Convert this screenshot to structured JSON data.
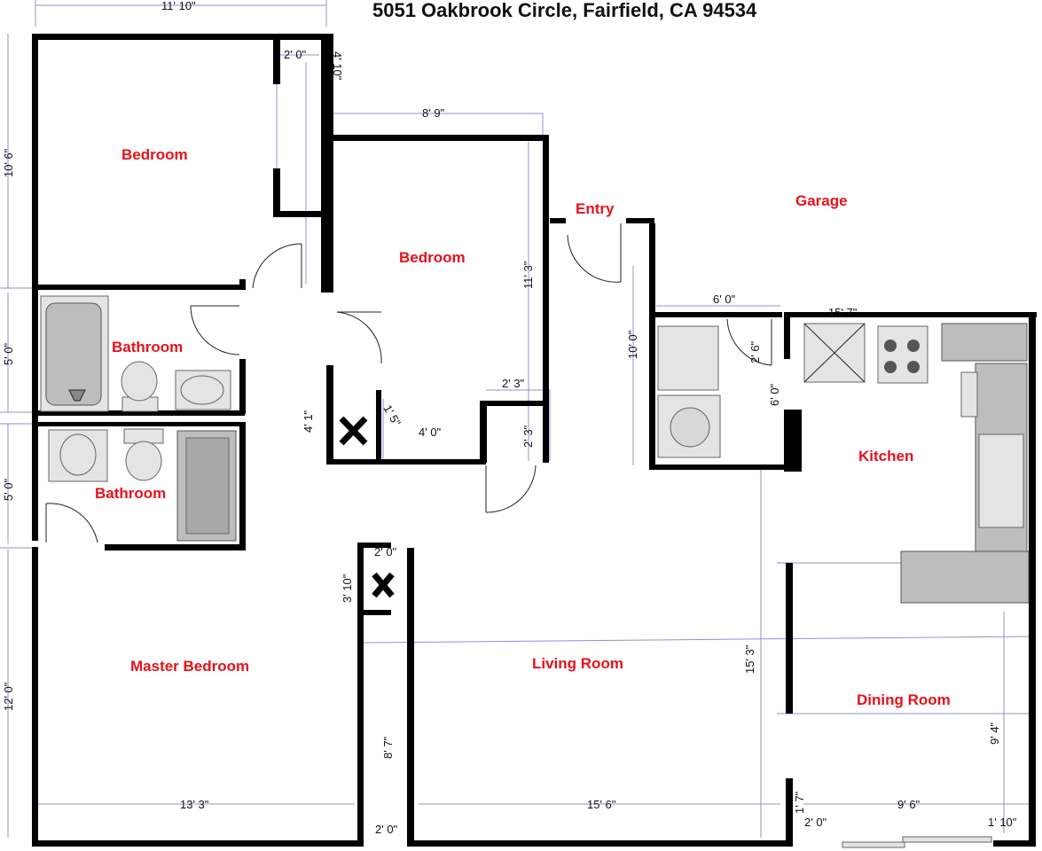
{
  "title": "5051 Oakbrook Circle, Fairfield, CA 94534",
  "rooms": {
    "bedroom_1": "Bedroom",
    "bedroom_2": "Bedroom",
    "bathroom_1": "Bathroom",
    "bathroom_2": "Bathroom",
    "master_bedroom": "Master Bedroom",
    "living_room": "Living Room",
    "entry": "Entry",
    "garage": "Garage",
    "kitchen": "Kitchen",
    "dining_room": "Dining Room"
  },
  "dimensions": {
    "bedroom_1_width": "11' 10\"",
    "bedroom_1_height": "10' 6\"",
    "closet_1_width": "2' 0\"",
    "closet_1_height": "4' 10\"",
    "bedroom_2_width": "8' 9\"",
    "bedroom_2_height": "11' 3\"",
    "bath_1_height": "5' 0\"",
    "bath_2_height": "5' 0\"",
    "master_height": "12' 0\"",
    "master_width": "13' 3\"",
    "hall_closet_height": "4' 1\"",
    "hall_closet_width": "4' 0\"",
    "linen_1": "1' 5\"",
    "linen_width": "2' 3\"",
    "linen_height": "2' 3\"",
    "garage_height": "10' 0\"",
    "laundry_width": "6' 0\"",
    "laundry_door": "2' 6\"",
    "laundry_height": "6' 0\"",
    "kitchen_width": "15' 7\"",
    "fireplace_closet_width": "2' 0\"",
    "fireplace_closet_height": "3' 10\"",
    "hall_height": "8' 7\"",
    "hall_width": "2' 0\"",
    "living_width": "15' 6\"",
    "living_height": "15' 3\"",
    "dining_width": "9' 6\"",
    "dining_height": "9' 4\"",
    "dining_wall": "2' 0\"",
    "dining_post": "1' 7\"",
    "dining_right": "1' 10\""
  }
}
